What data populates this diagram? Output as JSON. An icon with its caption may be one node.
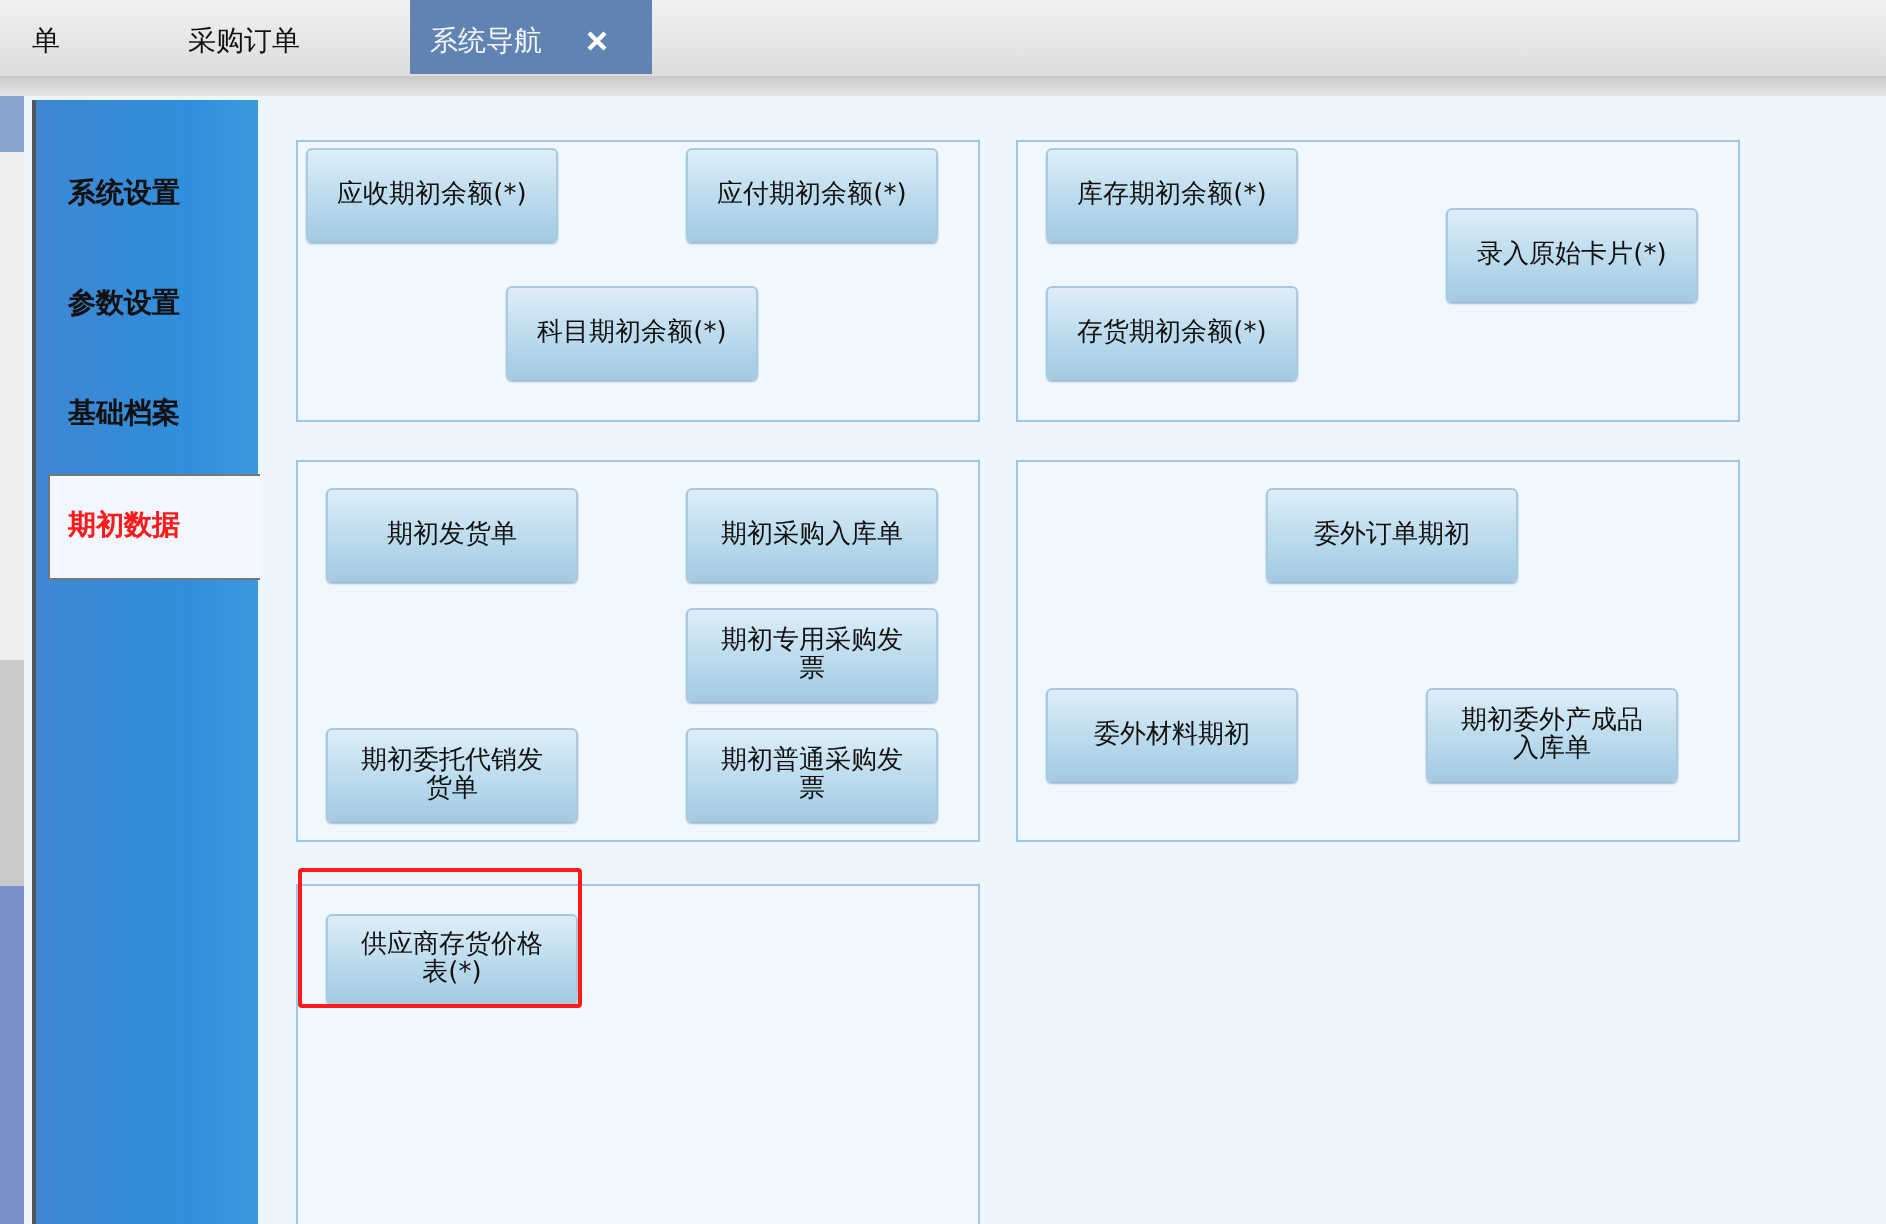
{
  "diagram": {
    "nodes": [
      {
        "text": [],
        "shape": "box"
      },
      {
        "text": [
          "应收期初余额(*)"
        ],
        "in": 0
      },
      {
        "text": [
          "应付期初余额(*)"
        ],
        "in": 0
      },
      {
        "text": [
          "科目期初余额(*)"
        ],
        "in": 0
      },
      {
        "text": [],
        "shape": "box"
      },
      {
        "text": [
          "库存期初余额(*)"
        ],
        "in": 4
      },
      {
        "text": [
          "录入原始卡片(*)"
        ],
        "in": 4
      },
      {
        "text": [
          "存货期初余额(*)"
        ],
        "in": 4
      },
      {
        "text": [],
        "shape": "box"
      },
      {
        "text": [
          "期初发货单"
        ],
        "in": 8
      },
      {
        "text": [
          "期初采购入库单"
        ],
        "in": 8
      },
      {
        "text": [
          "期初专用采购发票"
        ],
        "in": 8
      },
      {
        "text": [
          "期初委托代销发货单"
        ],
        "in": 8
      },
      {
        "text": [
          "期初普通采购发票"
        ],
        "in": 8
      },
      {
        "text": [],
        "shape": "box"
      },
      {
        "text": [
          "委外订单期初"
        ],
        "in": 14
      },
      {
        "text": [
          "委外材料期初"
        ],
        "in": 14
      },
      {
        "text": [
          "期初委外产成品入库单"
        ],
        "in": 14
      },
      {
        "text": [],
        "shape": "box"
      },
      {
        "text": [
          "供应商存货价格表(*)"
        ],
        "in": 18
      }
    ],
    "edges": [],
    "labels": [
      "单",
      "采购订单",
      "系统导航",
      "系统设置",
      "参数设置",
      "基础档案",
      "期初数据"
    ]
  }
}
